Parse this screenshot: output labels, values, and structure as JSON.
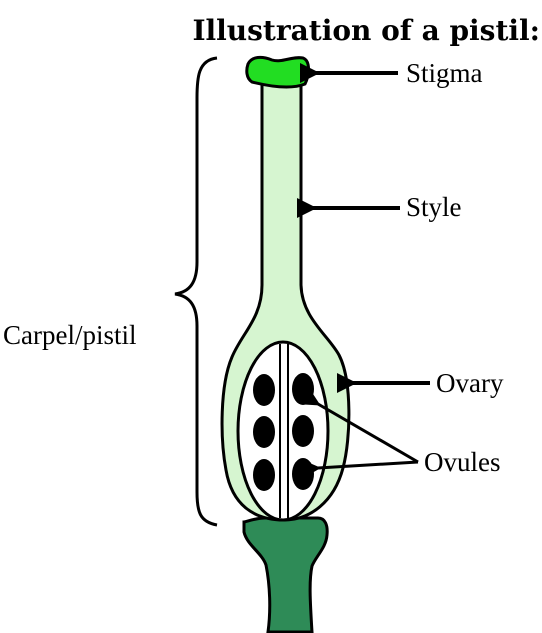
{
  "title": "Illustration of a pistil:",
  "labels": {
    "stigma": "Stigma",
    "style": "Style",
    "carpel": "Carpel/pistil",
    "ovary": "Ovary",
    "ovules": "Ovules"
  },
  "colors": {
    "stigma": "#22dd22",
    "style": "#d6f5d0",
    "ovary_outer": "#cdf0c8",
    "ovary_inner": "#ffffff",
    "ovule": "#000000",
    "receptacle": "#2e8b57",
    "outline": "#000000"
  },
  "icons": {
    "arrow": "arrow-left-icon",
    "brace": "curly-brace-icon"
  }
}
